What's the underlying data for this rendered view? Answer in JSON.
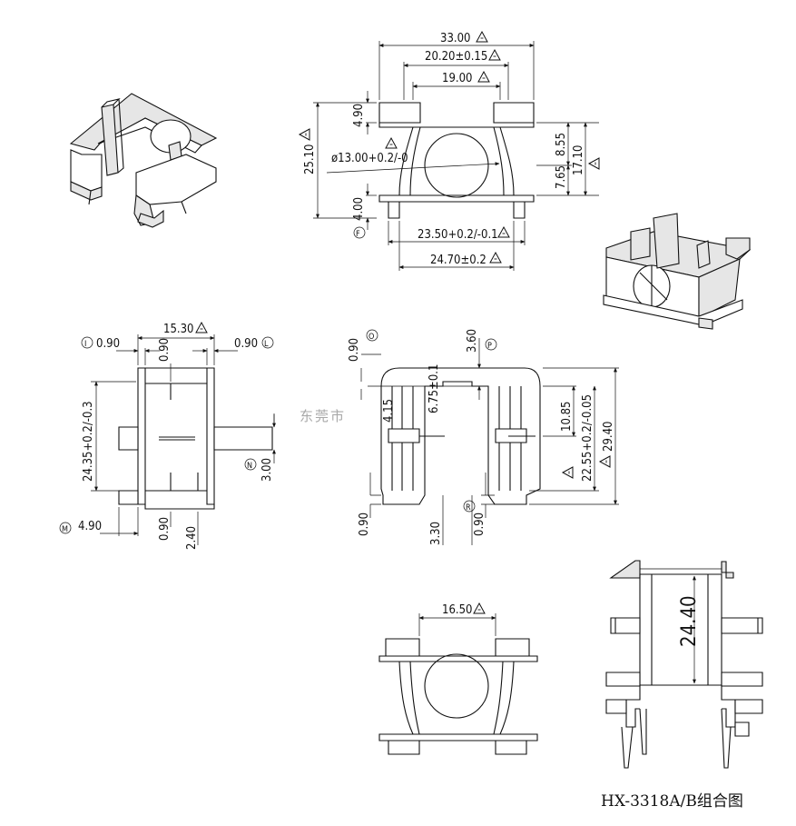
{
  "caption": "HX-3318A/B组合图",
  "watermark": "东莞市",
  "front_view": {
    "w_overall": "33.00",
    "w_inner": "20.20±0.15",
    "w_19": "19.00",
    "h_overall": "25.10",
    "h_top_flange": "4.90",
    "h_bottom_flange": "4.00",
    "bore": "ø13.00+0.2/-0",
    "h_855": "8.55",
    "h_765": "7.65",
    "h_1710": "17.10",
    "w_2350": "23.50+0.2/-0.1",
    "w_2470": "24.70±0.2",
    "mark_F": "F"
  },
  "side_view": {
    "w_1530": "15.30",
    "left_090": "0.90",
    "mid_090": "0.90",
    "right_090": "0.90",
    "h_2435": "24.35+0.2/-0.3",
    "h_300": "3.00",
    "w_490": "4.90",
    "bot_090": "0.90",
    "bot_240": "2.40",
    "mark_I": "I",
    "mark_L": "L",
    "mark_N": "N",
    "mark_M": "M"
  },
  "section_view": {
    "top_090": "0.90",
    "top_360": "3.60",
    "d_415": "4.15",
    "d_675": "6.75±0.1",
    "h_1085": "10.85",
    "h_2255": "22.55+0.2/-0.05",
    "h_2940": "29.40",
    "b_090a": "0.90",
    "b_330": "3.30",
    "b_090b": "0.90",
    "mark_O": "O",
    "mark_P": "P",
    "mark_R": "R"
  },
  "bottom_view": {
    "w_1650": "16.50"
  },
  "right_view": {
    "h_2440": "24.40"
  }
}
